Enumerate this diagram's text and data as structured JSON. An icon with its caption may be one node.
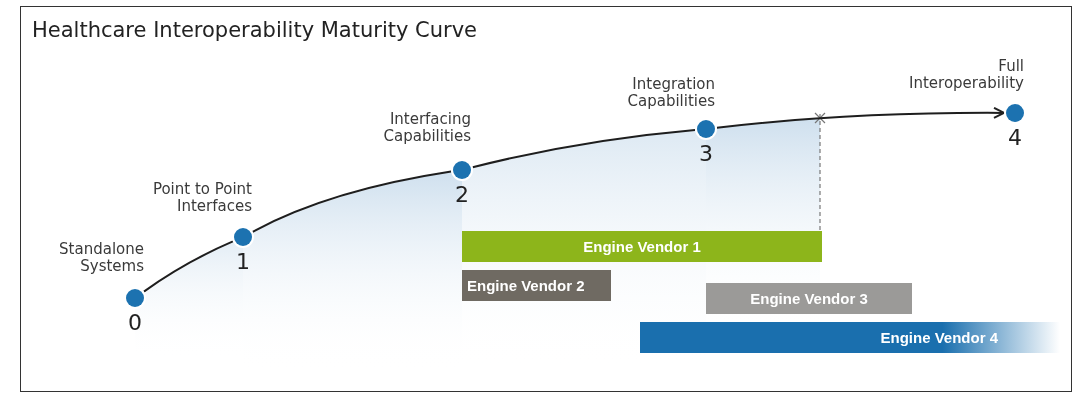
{
  "diagram": {
    "title": "Healthcare Interoperability Maturity Curve",
    "nodes": [
      {
        "text": [
          "Standalone Systems",
          "0"
        ]
      },
      {
        "text": [
          "Point to Point Interfaces",
          "1"
        ]
      },
      {
        "text": [
          "Interfacing Capabilities",
          "2"
        ]
      },
      {
        "text": [
          "Integration Capabilities",
          "3"
        ]
      },
      {
        "text": [
          "Full Interoperability",
          "4"
        ]
      },
      {
        "text": [
          "Engine Vendor 1"
        ]
      },
      {
        "text": [
          "Engine Vendor 2"
        ]
      },
      {
        "text": [
          "Engine Vendor 3"
        ]
      },
      {
        "text": [
          "Engine Vendor 4"
        ]
      }
    ],
    "edges": [
      {
        "from": 0,
        "to": 1,
        "arrow": "none"
      },
      {
        "from": 1,
        "to": 2,
        "arrow": "none"
      },
      {
        "from": 2,
        "to": 3,
        "arrow": "none"
      },
      {
        "from": 3,
        "to": 4,
        "arrow": "to"
      }
    ]
  }
}
